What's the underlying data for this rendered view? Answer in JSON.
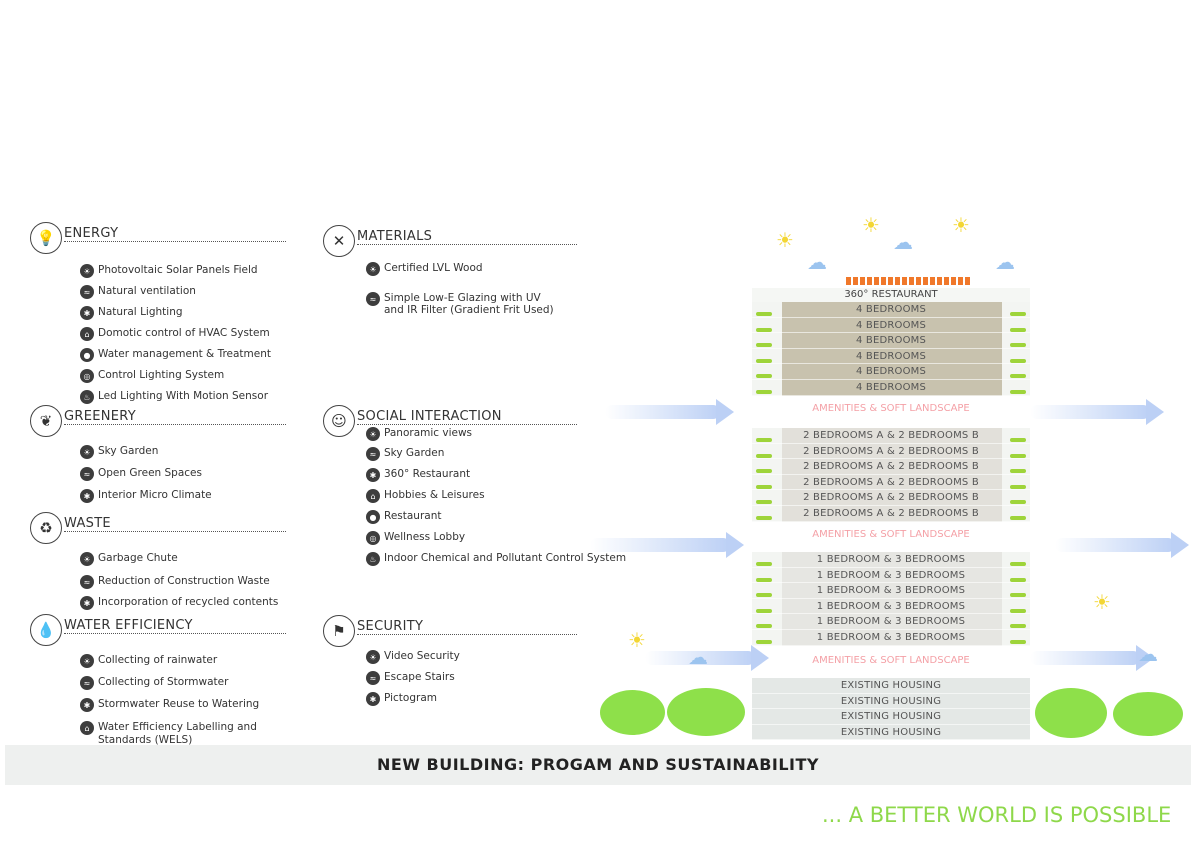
{
  "sections": {
    "energy": {
      "title": "ENERGY",
      "items": [
        "Photovoltaic Solar Panels Field",
        "Natural ventilation",
        "Natural Lighting",
        "Domotic control of HVAC System",
        "Water management & Treatment",
        "Control Lighting System",
        "Led Lighting With Motion Sensor"
      ]
    },
    "greenery": {
      "title": "GREENERY",
      "items": [
        "Sky Garden",
        "Open Green Spaces",
        "Interior Micro Climate"
      ]
    },
    "waste": {
      "title": "WASTE",
      "items": [
        "Garbage Chute",
        "Reduction of Construction Waste",
        "Incorporation of recycled contents"
      ]
    },
    "water": {
      "title": "WATER EFFICIENCY",
      "items": [
        "Collecting of rainwater",
        "Collecting of Stormwater",
        "Stormwater Reuse to Watering",
        "Water Efficiency Labelling and",
        "Standards (WELS)"
      ]
    },
    "materials": {
      "title": "MATERIALS",
      "items": [
        "Certified  LVL Wood",
        "Simple Low-E Glazing with UV",
        "and IR Filter (Gradient Frit Used)"
      ]
    },
    "social": {
      "title": "SOCIAL INTERACTION",
      "items": [
        "Panoramic views",
        "Sky Garden",
        "360° Restaurant",
        "Hobbies & Leisures",
        "Restaurant",
        "Wellness Lobby",
        "Indoor Chemical and Pollutant Control System"
      ]
    },
    "security": {
      "title": "SECURITY",
      "items": [
        "Video Security",
        "Escape Stairs",
        "Pictogram"
      ]
    }
  },
  "building": {
    "restaurant": "360° RESTAURANT",
    "upper": [
      "4 BEDROOMS",
      "4 BEDROOMS",
      "4 BEDROOMS",
      "4 BEDROOMS",
      "4 BEDROOMS",
      "4 BEDROOMS"
    ],
    "middle": [
      "2 BEDROOMS A & 2 BEDROOMS B",
      "2 BEDROOMS A & 2 BEDROOMS B",
      "2 BEDROOMS A & 2 BEDROOMS B",
      "2 BEDROOMS A & 2 BEDROOMS B",
      "2 BEDROOMS A & 2 BEDROOMS B",
      "2 BEDROOMS A & 2 BEDROOMS B"
    ],
    "lower": [
      "1 BEDROOM & 3 BEDROOMS",
      "1 BEDROOM & 3 BEDROOMS",
      "1 BEDROOM & 3 BEDROOMS",
      "1 BEDROOM & 3 BEDROOMS",
      "1 BEDROOM & 3 BEDROOMS",
      "1 BEDROOM & 3 BEDROOMS"
    ],
    "existing": [
      "EXISTING HOUSING",
      "EXISTING HOUSING",
      "EXISTING HOUSING",
      "EXISTING HOUSING"
    ],
    "amenities": "AMENITIES & SOFT LANDSCAPE"
  },
  "title": "NEW BUILDING: PROGAM AND SUSTAINABILITY",
  "slogan": "... A BETTER WORLD IS POSSIBLE",
  "colors": {
    "upper": "#c8c2ae",
    "middle": "#e2e0da",
    "lower": "#e6e6e2",
    "existing": "#e4e8e6",
    "green": "#9ed43a",
    "pink": "#f4a0a6",
    "arrow": "#bcd0f5",
    "slogan": "#8ed84a"
  }
}
